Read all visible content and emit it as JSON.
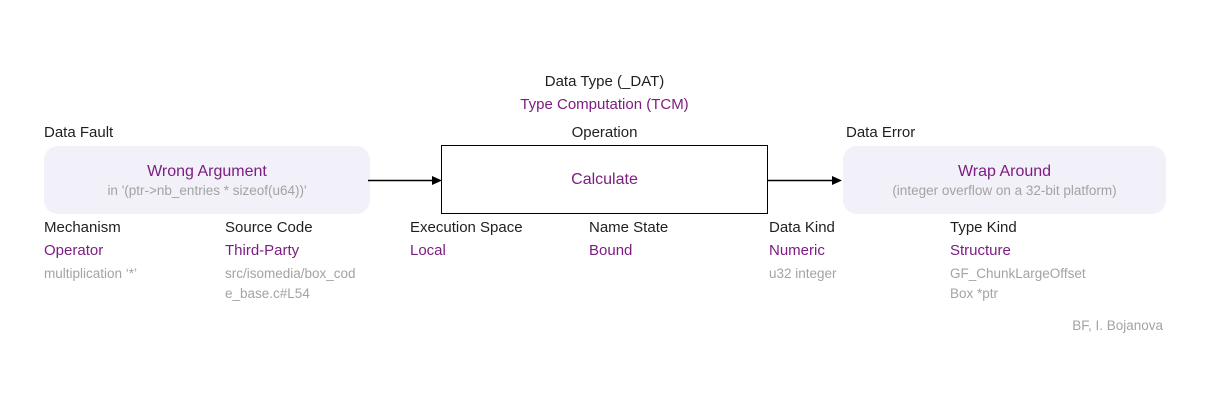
{
  "title": {
    "class_type": "Data Type (_DAT)",
    "bug_class": "Type Computation (TCM)"
  },
  "flow": {
    "fault": {
      "label": "Data Fault",
      "name": "Wrong Argument",
      "detail": "in '(ptr->nb_entries * sizeof(u64))'"
    },
    "operation": {
      "label": "Operation",
      "name": "Calculate"
    },
    "error": {
      "label": "Data Error",
      "name": "Wrap Around",
      "detail": "(integer overflow on a 32-bit platform)"
    }
  },
  "attributes": [
    {
      "label": "Mechanism",
      "value": "Operator",
      "detail": "multiplication ‘*’"
    },
    {
      "label": "Source Code",
      "value": "Third-Party",
      "detail": "src/isomedia/box_cod\ne_base.c#L54"
    },
    {
      "label": "Execution Space",
      "value": "Local",
      "detail": ""
    },
    {
      "label": "Name State",
      "value": "Bound",
      "detail": ""
    },
    {
      "label": "Data Kind",
      "value": "Numeric",
      "detail": "u32 integer"
    },
    {
      "label": "Type Kind",
      "value": "Structure",
      "detail": "GF_ChunkLargeOffset\nBox *ptr"
    }
  ],
  "footer": "BF, I. Bojanova",
  "colors": {
    "accent_purple": "#7c1d82",
    "muted_gray": "#a3a3a3",
    "box_fill": "#f2f0f8",
    "text_black": "#1f1f1f"
  }
}
